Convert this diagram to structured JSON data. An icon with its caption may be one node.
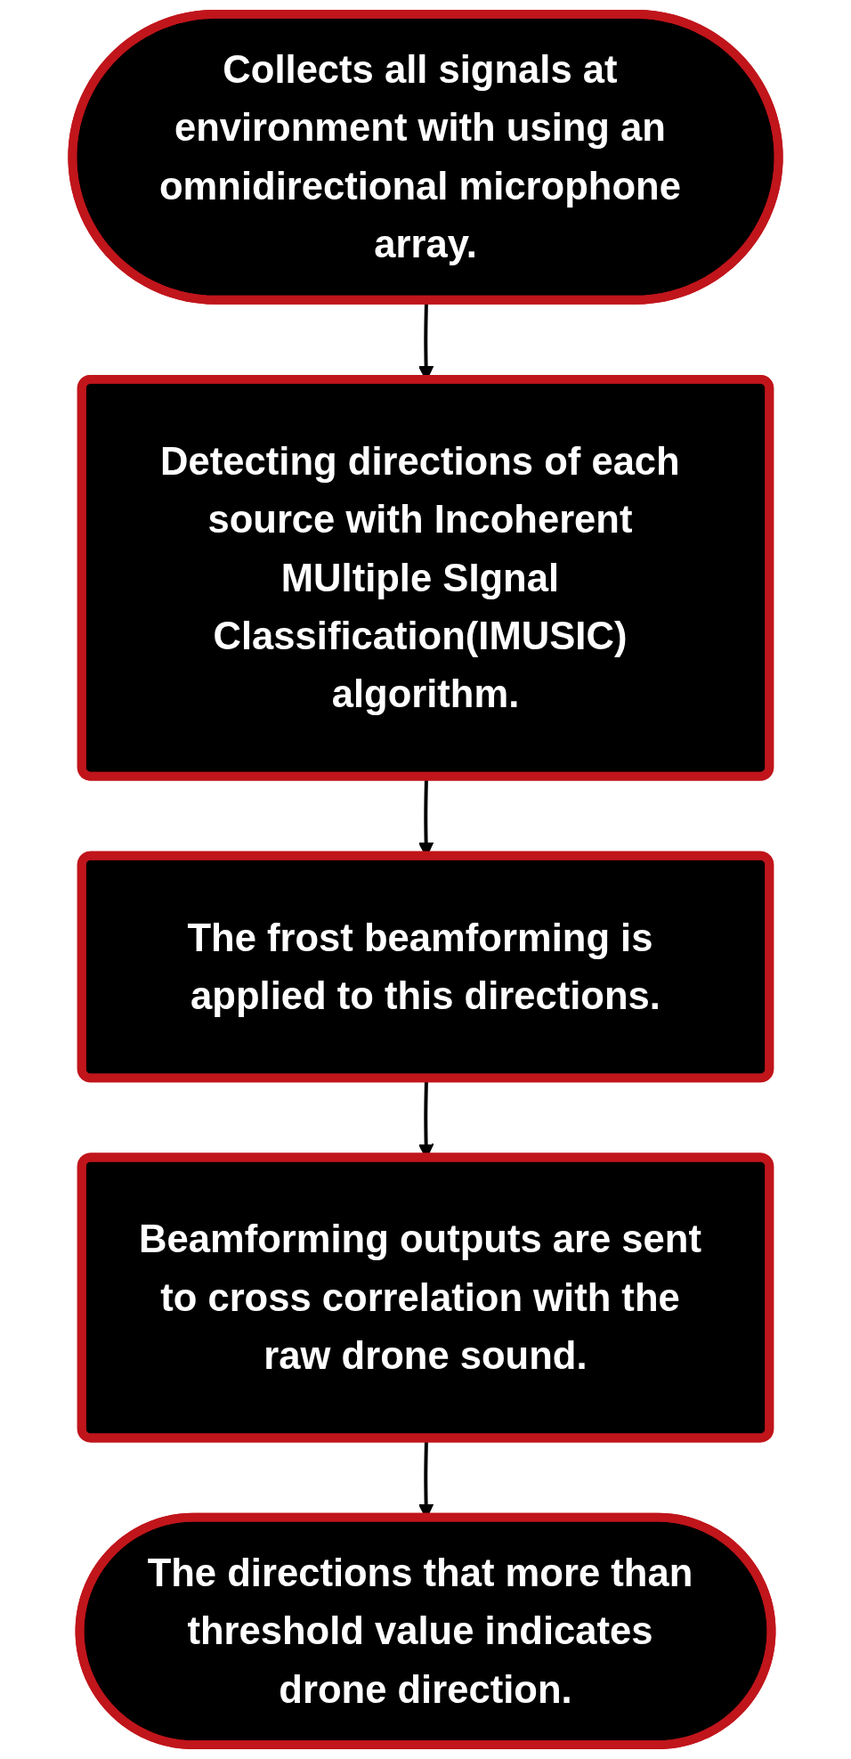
{
  "diagram": {
    "nodes": [
      {
        "text": [
          "Collects all signals at environment with using an omnidirectional microphone array."
        ]
      },
      {
        "text": [
          "Detecting directions of each source with Incoherent MUltiple SIgnal Classification(IMUSIC) algorithm."
        ]
      },
      {
        "text": [
          "The frost beamforming is applied to this directions."
        ]
      },
      {
        "text": [
          "Beamforming outputs are sent to cross correlation with the raw drone sound."
        ]
      },
      {
        "text": [
          "The directions that more than threshold value indicates drone direction."
        ]
      }
    ],
    "edges": [
      {
        "from": 0,
        "to": 1,
        "arrow": "to"
      },
      {
        "from": 1,
        "to": 2,
        "arrow": "to"
      },
      {
        "from": 2,
        "to": 3,
        "arrow": "to"
      },
      {
        "from": 3,
        "to": 4,
        "arrow": "to"
      }
    ]
  }
}
